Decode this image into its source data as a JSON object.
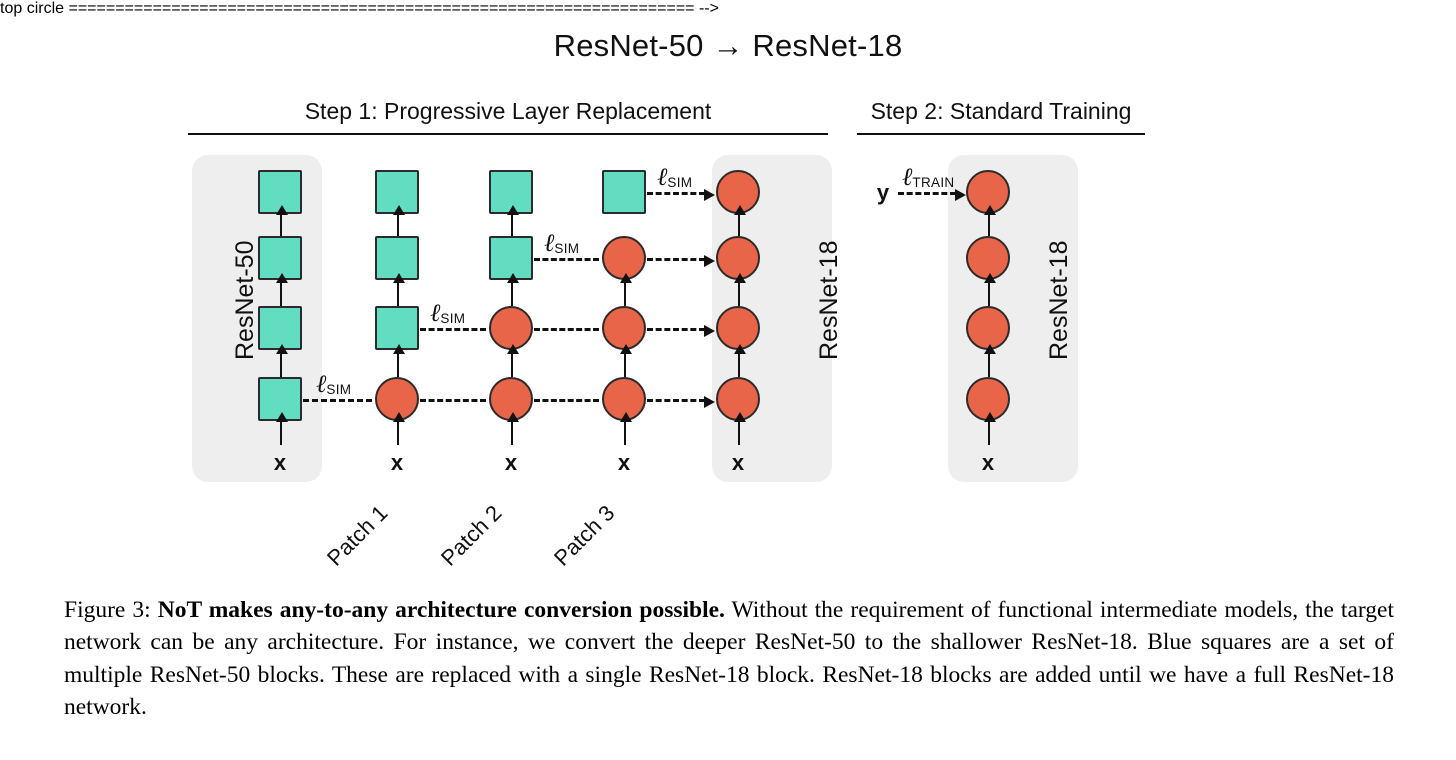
{
  "figure": {
    "title": "ResNet-50 → ResNet-18"
  },
  "steps": [
    {
      "id": "step1",
      "label": "Step 1: Progressive Layer Replacement"
    },
    {
      "id": "step2",
      "label": "Step 2: Standard Training"
    }
  ],
  "panels": {
    "source": {
      "label": "ResNet-50"
    },
    "target": {
      "label": "ResNet-18"
    },
    "target_step2": {
      "label": "ResNet-18"
    }
  },
  "columns": [
    {
      "name": "resnet50",
      "input_label": "x",
      "nodes": [
        "square",
        "square",
        "square",
        "square"
      ]
    },
    {
      "name": "patch1",
      "caption": "Patch 1",
      "input_label": "x",
      "nodes": [
        "circle",
        "square",
        "square",
        "square"
      ]
    },
    {
      "name": "patch2",
      "caption": "Patch 2",
      "input_label": "x",
      "nodes": [
        "circle",
        "circle",
        "square",
        "square"
      ]
    },
    {
      "name": "patch3",
      "caption": "Patch 3",
      "input_label": "x",
      "nodes": [
        "circle",
        "circle",
        "circle",
        "square"
      ]
    },
    {
      "name": "resnet18",
      "input_label": "x",
      "nodes": [
        "circle",
        "circle",
        "circle",
        "circle"
      ]
    },
    {
      "name": "resnet18_step2",
      "input_label": "x",
      "target_label": "y",
      "nodes": [
        "circle",
        "circle",
        "circle",
        "circle"
      ]
    }
  ],
  "losses": {
    "sim": {
      "symbol": "ℓ",
      "subscript": "SIM"
    },
    "train": {
      "symbol": "ℓ",
      "subscript": "TRAIN"
    }
  },
  "colors": {
    "square_fill": "#63ddc2",
    "circle_fill": "#e8654a",
    "node_stroke": "#2b2b2b",
    "panel_fill": "#eeeeee",
    "line": "#111111",
    "background": "#ffffff"
  },
  "caption": {
    "prefix": "Figure 3: ",
    "bold": "NoT makes any-to-any architecture conversion possible.",
    "body": " Without the requirement of functional intermediate models, the target network can be any architecture. For instance, we convert the deeper ResNet-50 to the shallower ResNet-18. Blue squares are a set of multiple ResNet-50 blocks. These are replaced with a single ResNet-18 block. ResNet-18 blocks are added until we have a full ResNet-18 network."
  }
}
